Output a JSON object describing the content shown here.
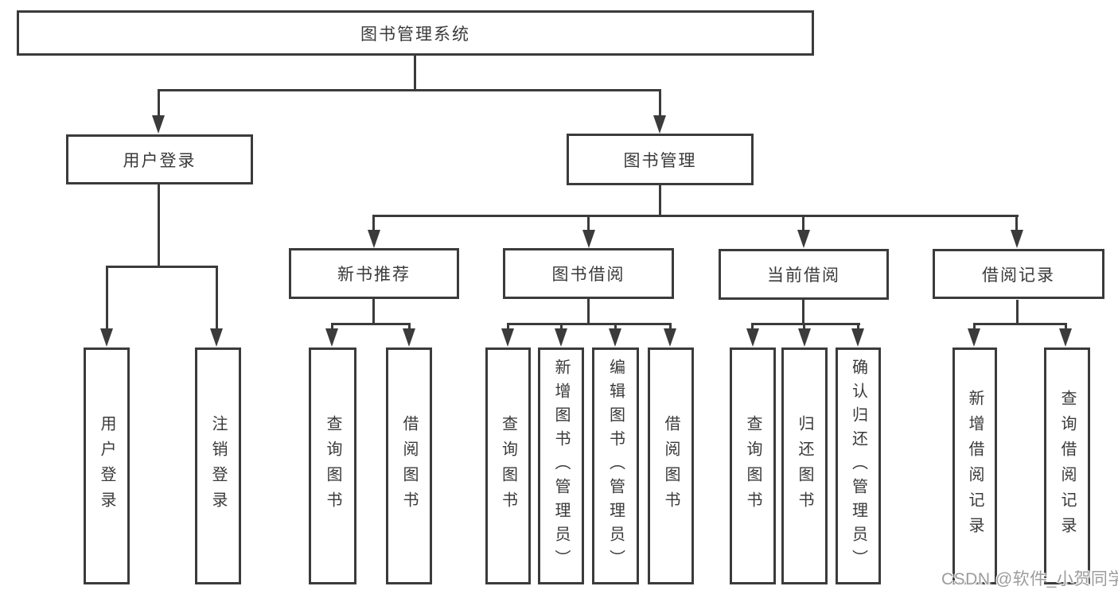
{
  "diagram": {
    "root": {
      "label": "图书管理系统"
    },
    "level2": [
      {
        "id": "user-login",
        "label": "用户登录"
      },
      {
        "id": "book-management",
        "label": "图书管理"
      }
    ],
    "level3": [
      {
        "id": "new-book-recommend",
        "label": "新书推荐"
      },
      {
        "id": "book-borrow",
        "label": "图书借阅"
      },
      {
        "id": "current-borrow",
        "label": "当前借阅"
      },
      {
        "id": "borrow-record",
        "label": "借阅记录"
      }
    ],
    "leaves": [
      {
        "id": "user-login-leaf",
        "label": "用户登录"
      },
      {
        "id": "logout",
        "label": "注销登录"
      },
      {
        "id": "query-book-recommend",
        "label": "查询图书"
      },
      {
        "id": "borrow-book-recommend",
        "label": "借阅图书"
      },
      {
        "id": "query-book-borrow",
        "label": "查询图书"
      },
      {
        "id": "add-book-admin",
        "label": "新增图书（管理员）"
      },
      {
        "id": "edit-book-admin",
        "label": "编辑图书（管理员）"
      },
      {
        "id": "borrow-book",
        "label": "借阅图书"
      },
      {
        "id": "query-book-current",
        "label": "查询图书"
      },
      {
        "id": "return-book",
        "label": "归还图书"
      },
      {
        "id": "confirm-return-admin",
        "label": "确认归还（管理员）"
      },
      {
        "id": "add-borrow-record",
        "label": "新增借阅记录"
      },
      {
        "id": "query-borrow-record",
        "label": "查询借阅记录"
      }
    ],
    "watermark": "CSDN @软件_小贺同学",
    "colors": {
      "line": "#3b3b3b",
      "text": "#3a3a3a",
      "background": "#ffffff",
      "watermark": "#9c9c9c"
    }
  }
}
